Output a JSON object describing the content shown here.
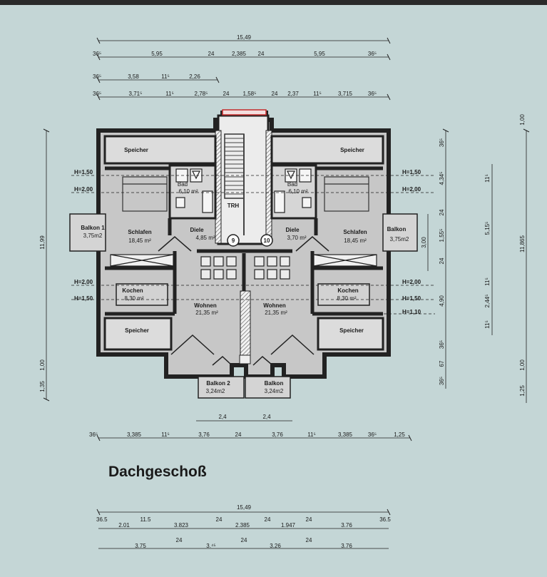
{
  "title": "Dachgeschoß",
  "dim_rows": {
    "top1": [
      "15,49"
    ],
    "top2": [
      "36⁵",
      "5,95",
      "24",
      "2,385",
      "24",
      "5,95",
      "36⁵"
    ],
    "top3": [
      "36⁵",
      "3,58",
      "11⁵",
      "2,26"
    ],
    "top4": [
      "36⁵",
      "3,71⁵",
      "11⁵",
      "2,78⁵",
      "24",
      "1,58⁵",
      "24",
      "2,37",
      "11⁵",
      "3,715",
      "36⁵"
    ],
    "mid1": [
      "2,4",
      "2,4"
    ],
    "mid2": [
      "36⁵",
      "3,385",
      "11⁵",
      "3,76",
      "24",
      "3,76",
      "11⁵",
      "3,385",
      "36⁵",
      "1,25"
    ],
    "bot1": [
      "15,49"
    ],
    "bot2": [
      "36.5",
      "2.01",
      "11.5",
      "3.823",
      "24",
      "2.385",
      "24",
      "1.947",
      "24",
      "3.76",
      "36.5"
    ],
    "bot3": [
      "3.75",
      "24",
      "3.⁴⁵",
      "24",
      "3.26",
      "24",
      "3.76"
    ]
  },
  "left_dims": {
    "total": "11,99",
    "bottom1": "1,00",
    "bottom2": "1,35"
  },
  "right_dims": {
    "col1": [
      "36⁵",
      "4,34⁵",
      "24",
      "1,55⁵",
      "24",
      "4,90",
      "36⁵",
      "67",
      "36⁵"
    ],
    "col1_extra": "3,00",
    "col2": [
      "11⁵",
      "5,15⁵",
      "11⁵",
      "2,44⁵",
      "11⁵"
    ],
    "col3": [
      "1,00",
      "11,865",
      "1,00",
      "1,25"
    ]
  },
  "height_marks": {
    "left": [
      "H=1,50",
      "H=2,00",
      "H=2,00",
      "H=1,50"
    ],
    "right": [
      "H=1,50",
      "H=2,00",
      "H=2,00",
      "H=1,50",
      "H=1,10"
    ]
  },
  "rooms": {
    "speicher_tl": "Speicher",
    "speicher_tr": "Speicher",
    "speicher_bl": "Speicher",
    "speicher_br": "Speicher",
    "bad_l_name": "Bad",
    "bad_l_area": "6,10 m²",
    "bad_r_name": "Bad",
    "bad_r_area": "6,10 m²",
    "trh": "TRH",
    "balkon1_l_name": "Balkon 1",
    "balkon1_l_area": "3,75m2",
    "balkon_r_name": "Balkon",
    "balkon_r_area": "3,75m2",
    "schlafen_l_name": "Schlafen",
    "schlafen_l_area": "18,45 m²",
    "schlafen_r_name": "Schlafen",
    "schlafen_r_area": "18,45 m²",
    "diele_l_name": "Diele",
    "diele_l_area": "4,85 m²",
    "diele_r_name": "Diele",
    "diele_r_area": "3,70 m²",
    "unit_l": "9",
    "unit_r": "10",
    "kochen_l_name": "Kochen",
    "kochen_l_area": "8,30 m²",
    "kochen_r_name": "Kochen",
    "kochen_r_area": "8,30 m²",
    "wohnen_l_name": "Wohnen",
    "wohnen_l_area": "21,35 m²",
    "wohnen_r_name": "Wohnen",
    "wohnen_r_area": "21,35 m²",
    "balkon2_name": "Balkon 2",
    "balkon2_area": "3,24m2",
    "balkon3_name": "Balkon",
    "balkon3_area": "3,24m2"
  },
  "colors": {
    "paper": "#c4d6d6",
    "wall": "#2b2b2b",
    "floor_fill": "#c9c9c9",
    "line": "#1e1e1e"
  }
}
